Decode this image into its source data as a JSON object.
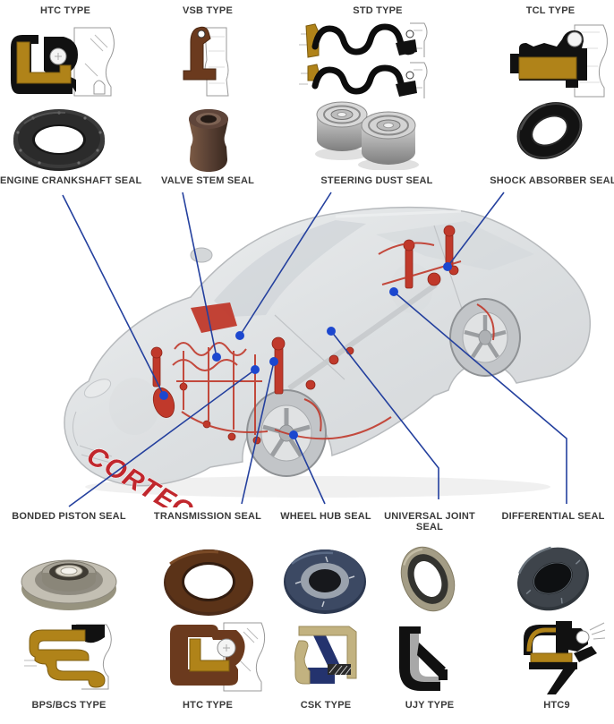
{
  "brand_logo": "CORTECO",
  "top_seals": [
    {
      "type_label": "HTC TYPE",
      "seal_label": "ENGINE CRANKSHAFT SEAL"
    },
    {
      "type_label": "VSB TYPE",
      "seal_label": "VALVE STEM SEAL"
    },
    {
      "type_label": "STD TYPE",
      "seal_label": "STEERING DUST SEAL"
    },
    {
      "type_label": "TCL TYPE",
      "seal_label": "SHOCK ABSORBER SEAL"
    }
  ],
  "bottom_seals": [
    {
      "seal_label": "BONDED PISTON SEAL",
      "type_label": "BPS/BCS TYPE"
    },
    {
      "seal_label": "TRANSMISSION SEAL",
      "type_label": "HTC TYPE"
    },
    {
      "seal_label": "WHEEL HUB SEAL",
      "type_label": "CSK TYPE"
    },
    {
      "seal_label": "UNIVERSAL JOINT",
      "seal_label_line2": "SEAL",
      "type_label": "UJY TYPE"
    },
    {
      "seal_label": "DIFFERENTIAL SEAL",
      "type_label": "HTC9"
    }
  ],
  "colors": {
    "connector_blue": "#24409e",
    "dot_blue": "#1c47cf",
    "brand_red": "#c1272d",
    "seal_gold": "#b08319",
    "seal_black": "#111111",
    "seal_brown": "#6b3a1e",
    "seal_navy": "#24336e"
  }
}
